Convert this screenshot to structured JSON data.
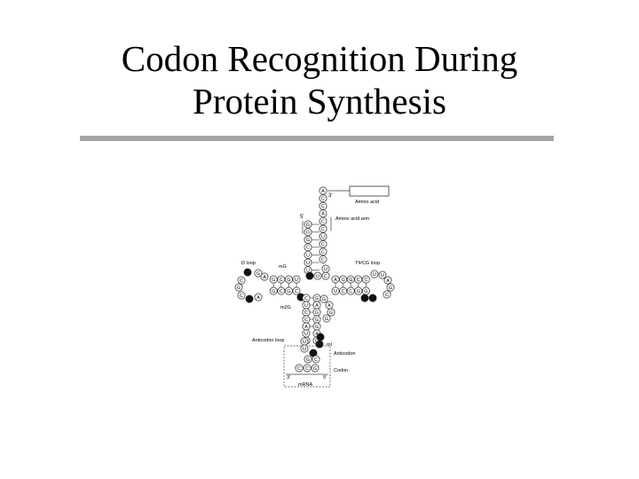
{
  "slide": {
    "title_line1": "Codon Recognition During",
    "title_line2": "Protein Synthesis"
  },
  "diagram": {
    "labels": {
      "three_prime_top": "3'",
      "amino_acid": "Amino acid",
      "amino_acid_arm": "Amino acid arm",
      "five_prime": "5'",
      "d_loop": "D loop",
      "mg": "mG",
      "tpsicg_loop": "TΨCG loop",
      "m2g": "m2G",
      "anticodon_loop": "Anticodon loop",
      "mi": "mI",
      "anticodon": "Anticodon",
      "codon": "Codon",
      "three_prime_mrna": "3'",
      "five_prime_mrna": "5'",
      "mrna": "mRNA"
    },
    "acceptor_5prime_strand": [
      "G",
      "G",
      "G",
      "C",
      "U",
      "U",
      "U"
    ],
    "acceptor_3prime_strand": [
      "A",
      "C",
      "C",
      "A",
      "C",
      "C",
      "U",
      "C",
      "C",
      "C"
    ],
    "d_arm_top": [
      "U",
      "G",
      "C",
      "G"
    ],
    "d_arm_bottom": [
      "C",
      "G",
      "C",
      "G"
    ],
    "d_loop_bases": [
      "A",
      "C",
      "G",
      "C",
      "A",
      "G"
    ],
    "t_arm_top": [
      "A",
      "G",
      "G",
      "C",
      "C"
    ],
    "t_arm_bottom": [
      "U",
      "C",
      "C",
      "G",
      "G"
    ],
    "t_loop_bases": [
      "U",
      "U",
      "A",
      "G",
      "C",
      "C"
    ],
    "anticodon_left": [
      "C",
      "U",
      "C",
      "C",
      "A",
      "U",
      "U"
    ],
    "anticodon_right": [
      "G",
      "A",
      "G",
      "G",
      "G",
      "A",
      "C"
    ],
    "anticodon_bases": [
      "I",
      "G",
      "C"
    ],
    "codon_bases": [
      "C",
      "C",
      "G"
    ],
    "modified_bases_filled": true
  }
}
